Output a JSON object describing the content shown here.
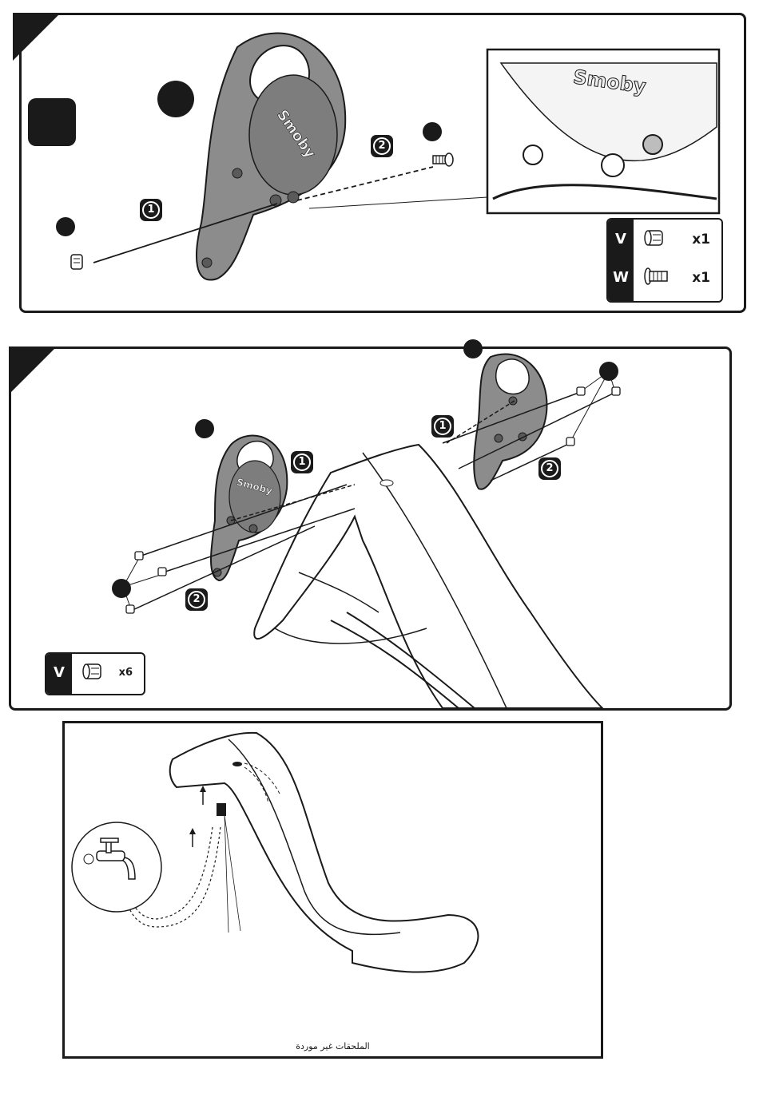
{
  "step1": {
    "badge_1": "1",
    "badge_2": "2",
    "logo": "Smoby",
    "inset_logo": "Smoby",
    "legend": [
      {
        "letter": "V",
        "qty": "x1",
        "part_icon": "rivet-cap-icon"
      },
      {
        "letter": "W",
        "qty": "x1",
        "part_icon": "screw-icon"
      }
    ]
  },
  "step2": {
    "badge_1": "1",
    "badge_2": "2",
    "logo": "Smoby",
    "legend": [
      {
        "letter": "V",
        "qty": "x6",
        "part_icon": "rivet-cap-icon"
      }
    ]
  },
  "step3": {
    "caption": "الملحقات غير موردة"
  },
  "colors": {
    "ink": "#1a1a1a",
    "part_grey": "#8c8c8c",
    "part_dark": "#6e6e6e"
  }
}
